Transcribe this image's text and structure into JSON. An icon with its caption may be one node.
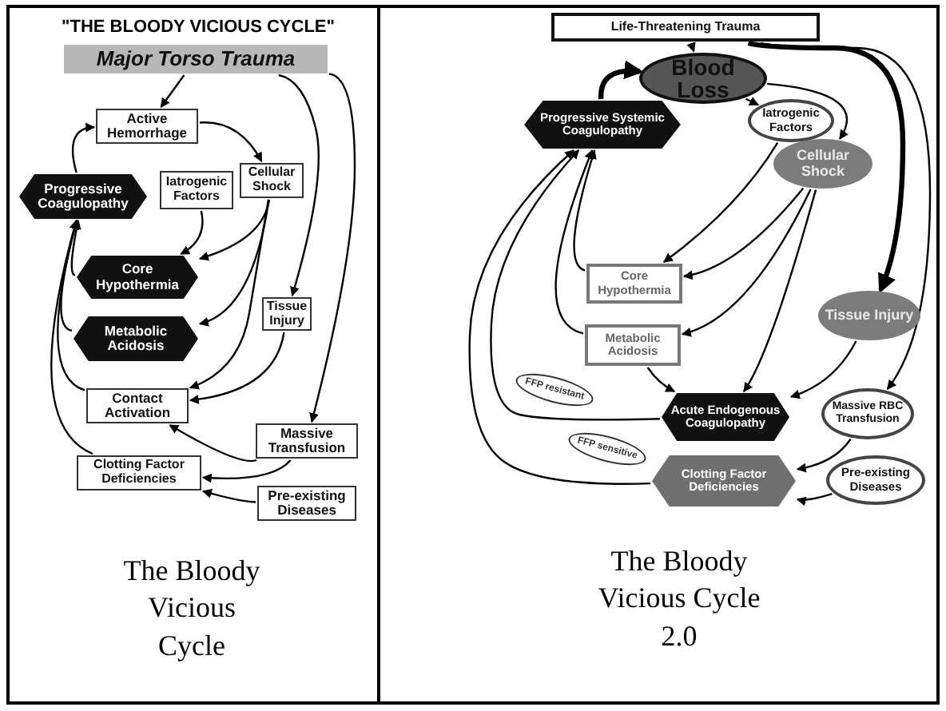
{
  "diagram": {
    "nodes": [
      {
        "text": [
          "Major Torso Trauma"
        ]
      },
      {
        "text": [
          "Active Hemorrhage"
        ]
      },
      {
        "text": [
          "Progressive Coagulopathy"
        ]
      },
      {
        "text": [
          "Iatrogenic Factors"
        ]
      },
      {
        "text": [
          "Cellular Shock"
        ]
      },
      {
        "text": [
          "Core Hypothermia"
        ]
      },
      {
        "text": [
          "Tissue Injury"
        ]
      },
      {
        "text": [
          "Metabolic Acidosis"
        ]
      },
      {
        "text": [
          "Contact Activation"
        ]
      },
      {
        "text": [
          "Massive Transfusion"
        ]
      },
      {
        "text": [
          "Clotting Factor Deficiencies"
        ]
      },
      {
        "text": [
          "Pre-existing Diseases"
        ]
      },
      {
        "text": [
          "Life-Threatening Trauma"
        ]
      },
      {
        "text": [
          "Blood Loss"
        ]
      },
      {
        "text": [
          "Progressive Systemic Coagulopathy"
        ]
      },
      {
        "text": [
          "Iatrogenic Factors"
        ]
      },
      {
        "text": [
          "Cellular Shock"
        ]
      },
      {
        "text": [
          "Core Hypothermia"
        ]
      },
      {
        "text": [
          "Tissue Injury"
        ]
      },
      {
        "text": [
          "Metabolic Acidosis"
        ]
      },
      {
        "text": [
          "FFP resistant"
        ]
      },
      {
        "text": [
          "Acute Endogenous Coagulopathy"
        ]
      },
      {
        "text": [
          "Massive RBC Transfusion"
        ]
      },
      {
        "text": [
          "FFP sensitive"
        ]
      },
      {
        "text": [
          "Clotting Factor Deficiencies"
        ]
      },
      {
        "text": [
          "Pre-existing Diseases"
        ]
      }
    ],
    "edges": [
      {
        "from": 0,
        "to": 1,
        "arrow": "to"
      },
      {
        "from": 0,
        "to": 6,
        "arrow": "to"
      },
      {
        "from": 0,
        "to": 9,
        "arrow": "to"
      },
      {
        "from": 1,
        "to": 4,
        "arrow": "to"
      },
      {
        "from": 3,
        "to": 5,
        "arrow": "to"
      },
      {
        "from": 4,
        "to": 5,
        "arrow": "to"
      },
      {
        "from": 4,
        "to": 7,
        "arrow": "to"
      },
      {
        "from": 4,
        "to": 8,
        "arrow": "to"
      },
      {
        "from": 6,
        "to": 8,
        "arrow": "to"
      },
      {
        "from": 2,
        "to": 1,
        "arrow": "to"
      },
      {
        "from": 5,
        "to": 2,
        "arrow": "to"
      },
      {
        "from": 7,
        "to": 2,
        "arrow": "to"
      },
      {
        "from": 8,
        "to": 2,
        "arrow": "to"
      },
      {
        "from": 10,
        "to": 2,
        "arrow": "to"
      },
      {
        "from": 9,
        "to": 8,
        "arrow": "to"
      },
      {
        "from": 9,
        "to": 10,
        "arrow": "to"
      },
      {
        "from": 11,
        "to": 10,
        "arrow": "to"
      },
      {
        "from": 12,
        "to": 13,
        "arrow": "to"
      },
      {
        "from": 12,
        "to": 18,
        "arrow": "to",
        "style": "thick"
      },
      {
        "from": 12,
        "to": 22,
        "arrow": "to"
      },
      {
        "from": 13,
        "to": 15,
        "arrow": "to"
      },
      {
        "from": 13,
        "to": 16,
        "arrow": "to"
      },
      {
        "from": 15,
        "to": 17,
        "arrow": "to"
      },
      {
        "from": 14,
        "to": 13,
        "arrow": "to",
        "style": "thick"
      },
      {
        "from": 16,
        "to": 17,
        "arrow": "to"
      },
      {
        "from": 16,
        "to": 19,
        "arrow": "to"
      },
      {
        "from": 16,
        "to": 21,
        "arrow": "to"
      },
      {
        "from": 18,
        "to": 21,
        "arrow": "to"
      },
      {
        "from": 19,
        "to": 21,
        "arrow": "to"
      },
      {
        "from": 17,
        "to": 14,
        "arrow": "to"
      },
      {
        "from": 19,
        "to": 14,
        "arrow": "to"
      },
      {
        "from": 21,
        "to": 14,
        "arrow": "to"
      },
      {
        "from": 24,
        "to": 14,
        "arrow": "to"
      },
      {
        "from": 22,
        "to": 24,
        "arrow": "to"
      },
      {
        "from": 25,
        "to": 24,
        "arrow": "to"
      }
    ],
    "labels": [
      "\"THE BLOODY VICIOUS CYCLE\"",
      "The Bloody Vicious Cycle",
      "The Bloody Vicious Cycle 2.0"
    ]
  }
}
